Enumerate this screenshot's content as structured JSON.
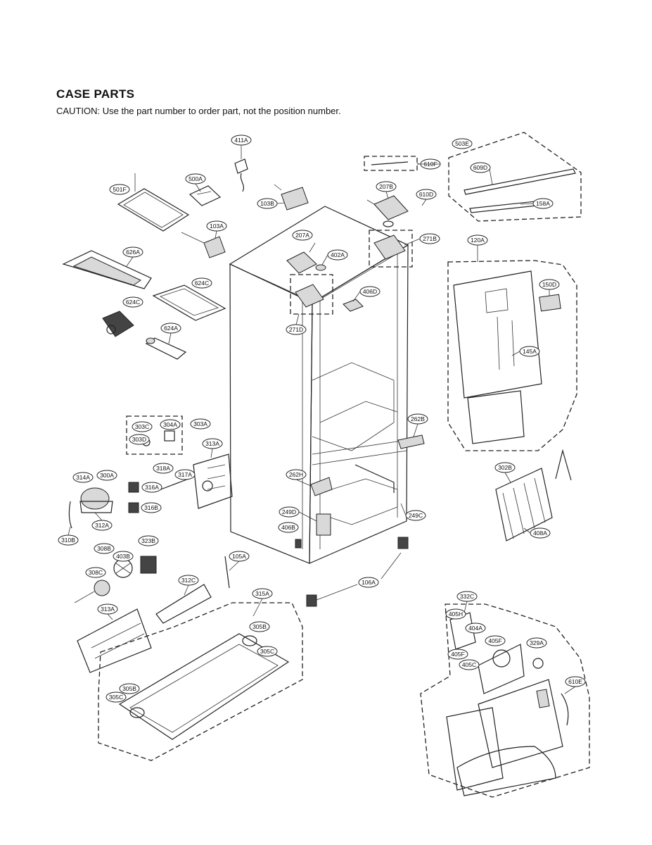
{
  "heading": "CASE PARTS",
  "caution": "CAUTION: Use the part number to order part, not the position number.",
  "labels": [
    "411A",
    "503E",
    "610F",
    "500A",
    "501F",
    "207B",
    "610D",
    "103B",
    "609D",
    "158A",
    "103A",
    "207A",
    "271B",
    "626A",
    "402A",
    "120A",
    "406D",
    "624C",
    "624C",
    "150D",
    "624A",
    "271D",
    "145A",
    "262B",
    "303C",
    "304A",
    "303A",
    "303D",
    "313A",
    "318A",
    "314A",
    "300A",
    "317A",
    "316A",
    "262H",
    "302B",
    "316B",
    "312A",
    "249D",
    "249C",
    "310B",
    "406B",
    "408A",
    "308B",
    "323B",
    "403B",
    "105A",
    "308C",
    "312C",
    "106A",
    "315A",
    "332C",
    "313A",
    "305B",
    "405H",
    "404A",
    "305C",
    "405F",
    "329A",
    "405F",
    "405C",
    "305B",
    "610E",
    "305C"
  ]
}
